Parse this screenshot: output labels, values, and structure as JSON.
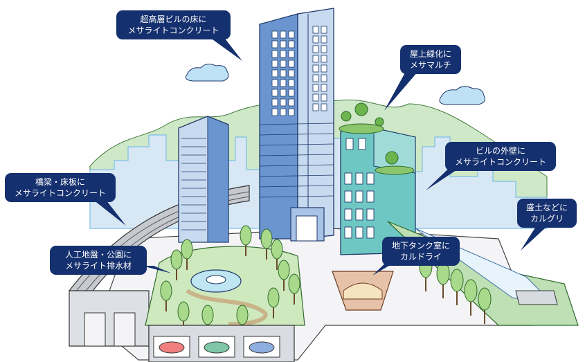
{
  "callouts": {
    "skyscraper": {
      "line1": "超高層ビルの床に",
      "line2": "メサライトコンクリート"
    },
    "rooftop": {
      "line1": "屋上緑化に",
      "line2": "メサマルチ"
    },
    "wall": {
      "line1": "ビルの外壁に",
      "line2": "メサライトコンクリート"
    },
    "bridge": {
      "line1": "橋梁・床板に",
      "line2": "メサライトコンクリート"
    },
    "embankment": {
      "line1": "盛土などに",
      "line2": "カルグリ"
    },
    "park": {
      "line1": "人工地盤・公園に",
      "line2": "メサライト排水材"
    },
    "tank": {
      "line1": "地下タンク室に",
      "line2": "カルドライ"
    }
  },
  "colors": {
    "callout_bg": "#15306e",
    "building_blue": "#6b95cf",
    "building_teal": "#6fc7c4",
    "greenery": "#9fcf8c",
    "sky_outline": "#7dbfe6"
  }
}
